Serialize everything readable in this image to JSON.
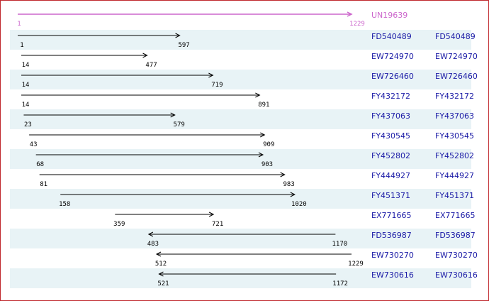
{
  "reference": {
    "id": "UN19639",
    "start": 1,
    "end": 1229,
    "color": "#cc66cc"
  },
  "alignment_color": "#000000",
  "label_color": "#1a1aa6",
  "band_color": "#e8f3f6",
  "border_color": "#c0282d",
  "alignments": [
    {
      "id": "FD540489",
      "label": "FD540489",
      "start": 1,
      "end": 597,
      "direction": "forward"
    },
    {
      "id": "EW724970",
      "label": "EW724970",
      "start": 14,
      "end": 477,
      "direction": "forward"
    },
    {
      "id": "EW726460",
      "label": "EW726460",
      "start": 14,
      "end": 719,
      "direction": "forward"
    },
    {
      "id": "FY432172",
      "label": "FY432172",
      "start": 14,
      "end": 891,
      "direction": "forward"
    },
    {
      "id": "FY437063",
      "label": "FY437063",
      "start": 23,
      "end": 579,
      "direction": "forward"
    },
    {
      "id": "FY430545",
      "label": "FY430545",
      "start": 43,
      "end": 909,
      "direction": "forward"
    },
    {
      "id": "FY452802",
      "label": "FY452802",
      "start": 68,
      "end": 903,
      "direction": "forward"
    },
    {
      "id": "FY444927",
      "label": "FY444927",
      "start": 81,
      "end": 983,
      "direction": "forward"
    },
    {
      "id": "FY451371",
      "label": "FY451371",
      "start": 158,
      "end": 1020,
      "direction": "forward"
    },
    {
      "id": "EX771665",
      "label": "EX771665",
      "start": 359,
      "end": 721,
      "direction": "forward"
    },
    {
      "id": "FD536987",
      "label": "FD536987",
      "start": 483,
      "end": 1170,
      "direction": "reverse"
    },
    {
      "id": "EW730270",
      "label": "EW730270",
      "start": 512,
      "end": 1229,
      "direction": "reverse"
    },
    {
      "id": "EW730616",
      "label": "EW730616",
      "start": 521,
      "end": 1172,
      "direction": "reverse"
    }
  ]
}
